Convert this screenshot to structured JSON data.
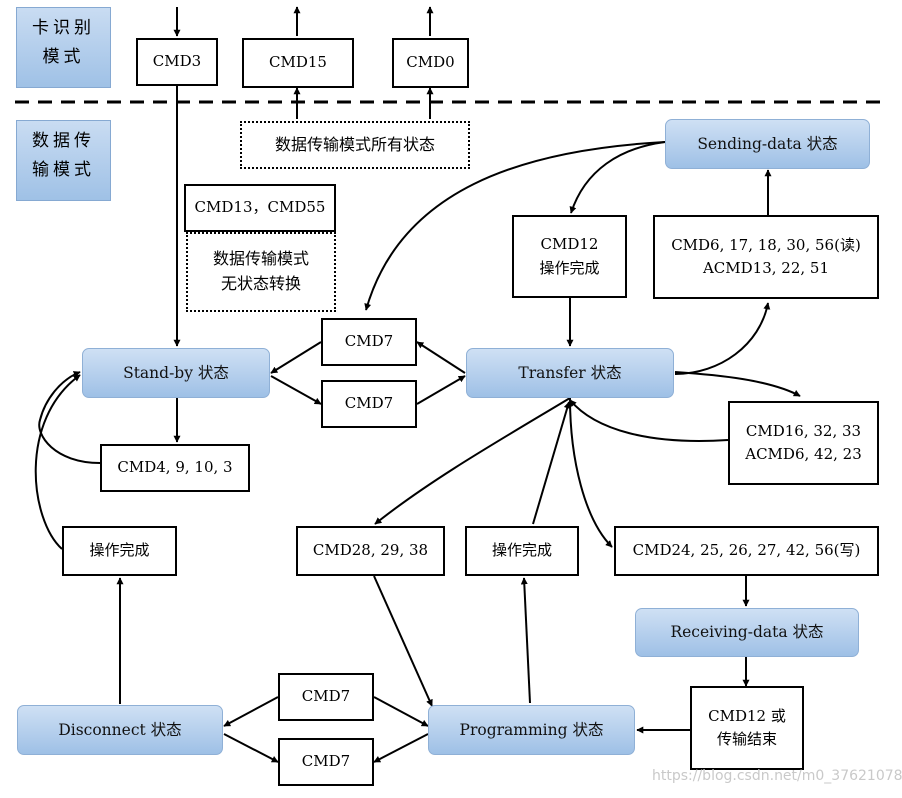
{
  "modes": {
    "card_id": "卡识别\n模式",
    "data_transfer": "数据传\n输模式"
  },
  "top_cmds": {
    "cmd3": "CMD3",
    "cmd15": "CMD15",
    "cmd0": "CMD0"
  },
  "all_states_note": "数据传输模式所有状态",
  "no_transition": {
    "cmds": "CMD13，CMD55",
    "note": "数据传输模式\n无状态转换"
  },
  "states": {
    "standby": "Stand-by 状态",
    "transfer": "Transfer 状态",
    "sending": "Sending-data 状态",
    "receiving": "Receiving-data 状态",
    "programming": "Programming 状态",
    "disconnect": "Disconnect 状态"
  },
  "cmds": {
    "cmd7_top": "CMD7",
    "cmd7_mid": "CMD7",
    "cmd7_disc_top": "CMD7",
    "cmd7_disc_bottom": "CMD7",
    "cmd12_done": "CMD12\n操作完成",
    "read_cmds": "CMD6, 17, 18, 30, 56(读)\nACMD13, 22, 51",
    "transfer_stay": "CMD16, 32, 33\nACMD6, 42, 23",
    "standby_stay": "CMD4, 9, 10, 3",
    "op_done_left": "操作完成",
    "op_done_mid": "操作完成",
    "erase_cmds": "CMD28, 29, 38",
    "write_cmds": "CMD24, 25, 26, 27, 42, 56(写)",
    "cmd12_or_end": "CMD12 或\n传输结束"
  },
  "watermark": "https://blog.csdn.net/m0_37621078"
}
